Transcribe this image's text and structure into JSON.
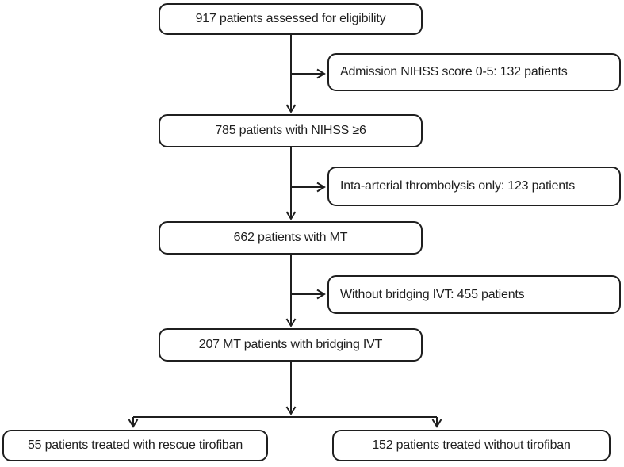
{
  "diagram": {
    "type": "patient-flowchart",
    "nodes": [
      {
        "id": "assessed",
        "text": "917 patients assessed for eligibility"
      },
      {
        "id": "excluded-nihss",
        "text": "Admission NIHSS score 0-5: 132 patients"
      },
      {
        "id": "nihss-ge6",
        "text": "785 patients with NIHSS ≥6"
      },
      {
        "id": "excluded-ia",
        "text": "Inta-arterial thrombolysis only: 123 patients"
      },
      {
        "id": "mt",
        "text": "662 patients with MT"
      },
      {
        "id": "excluded-no-bridging",
        "text": "Without bridging IVT: 455 patients"
      },
      {
        "id": "bridging-ivt",
        "text": "207 MT patients with bridging IVT"
      },
      {
        "id": "rescue-tirofiban",
        "text": "55 patients treated with rescue tirofiban"
      },
      {
        "id": "without-tirofiban",
        "text": "152 patients treated without tirofiban"
      }
    ],
    "colors": {
      "line": "#1f1f1f",
      "box_border": "#1f1f1f",
      "box_fill": "#ffffff",
      "text": "#1f1f1f",
      "background": "#ffffff"
    }
  }
}
